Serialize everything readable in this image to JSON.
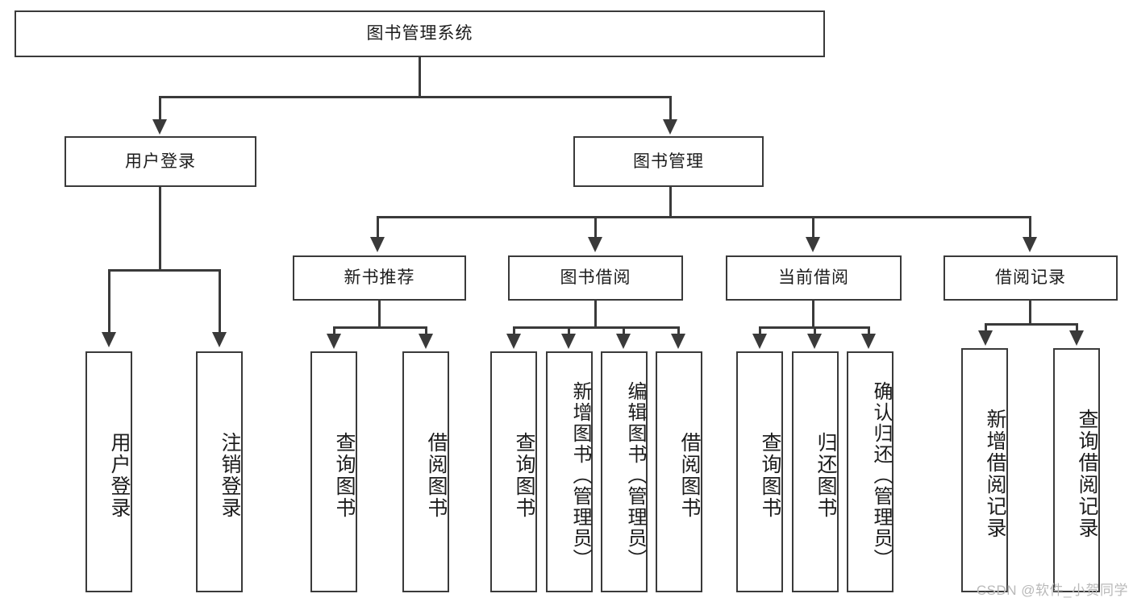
{
  "diagram": {
    "type": "tree-hierarchy",
    "title": "图书管理系统",
    "root": {
      "label": "图书管理系统"
    },
    "level2": [
      {
        "id": "user-login",
        "label": "用户登录"
      },
      {
        "id": "book-management",
        "label": "图书管理"
      }
    ],
    "level3": [
      {
        "id": "new-book-recommend",
        "label": "新书推荐",
        "parent": "book-management"
      },
      {
        "id": "book-borrow",
        "label": "图书借阅",
        "parent": "book-management"
      },
      {
        "id": "current-borrow",
        "label": "当前借阅",
        "parent": "book-management"
      },
      {
        "id": "borrow-record",
        "label": "借阅记录",
        "parent": "book-management"
      }
    ],
    "leaves": [
      {
        "id": "leaf-user-login",
        "label": "用户登录",
        "parent": "user-login"
      },
      {
        "id": "leaf-logout",
        "label": "注销登录",
        "parent": "user-login"
      },
      {
        "id": "leaf-query-book-1",
        "label": "查询图书",
        "parent": "new-book-recommend"
      },
      {
        "id": "leaf-borrow-book-1",
        "label": "借阅图书",
        "parent": "new-book-recommend"
      },
      {
        "id": "leaf-query-book-2",
        "label": "查询图书",
        "parent": "book-borrow"
      },
      {
        "id": "leaf-add-book",
        "label": "新增图书（管理员）",
        "parent": "book-borrow"
      },
      {
        "id": "leaf-edit-book",
        "label": "编辑图书（管理员）",
        "parent": "book-borrow"
      },
      {
        "id": "leaf-borrow-book-2",
        "label": "借阅图书",
        "parent": "book-borrow"
      },
      {
        "id": "leaf-query-book-3",
        "label": "查询图书",
        "parent": "current-borrow"
      },
      {
        "id": "leaf-return-book",
        "label": "归还图书",
        "parent": "current-borrow"
      },
      {
        "id": "leaf-confirm-return",
        "label": "确认归还（管理员）",
        "parent": "current-borrow"
      },
      {
        "id": "leaf-add-record",
        "label": "新增借阅记录",
        "parent": "borrow-record"
      },
      {
        "id": "leaf-query-record",
        "label": "查询借阅记录",
        "parent": "borrow-record"
      }
    ]
  },
  "watermark": {
    "text": "CSDN @软件_小贺同学"
  },
  "colors": {
    "stroke": "#3a3a3a",
    "background": "#ffffff",
    "text": "#1c1c1c",
    "watermark": "#b9b9b9"
  }
}
